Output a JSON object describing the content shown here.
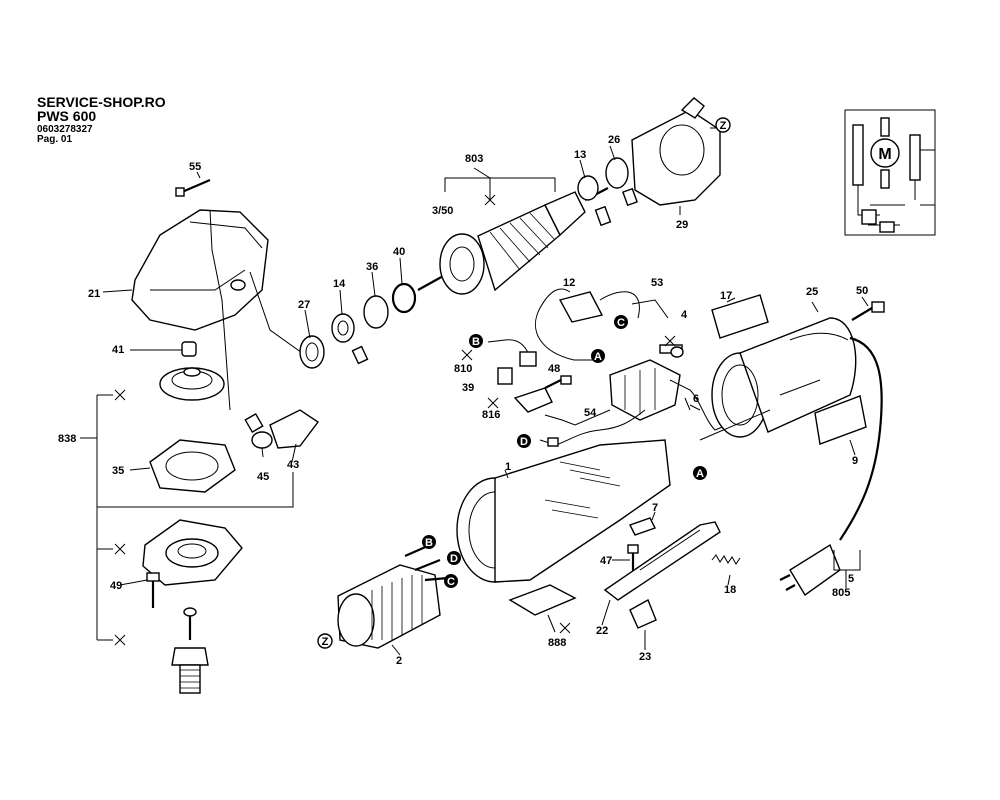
{
  "header": {
    "shop": "SERVICE-SHOP.RO",
    "model": "PWS 600",
    "part_number": "0603278327",
    "page": "Pag. 01"
  },
  "labels": {
    "p55": "55",
    "p21": "21",
    "p41": "41",
    "p838": "838",
    "p35": "35",
    "p45": "45",
    "p43": "43",
    "p49": "49",
    "p27": "27",
    "p14": "14",
    "p36": "36",
    "p40": "40",
    "p803": "803",
    "p3_50": "3/50",
    "p13": "13",
    "p26": "26",
    "p29": "29",
    "p12": "12",
    "p53": "53",
    "p4": "4",
    "p810": "810",
    "p39": "39",
    "p816": "816",
    "p48": "48",
    "p54": "54",
    "p6": "6",
    "p17": "17",
    "p25": "25",
    "p50": "50",
    "p9": "9",
    "p1": "1",
    "p7": "7",
    "p47": "47",
    "p18": "18",
    "p22": "22",
    "p23": "23",
    "p888": "888",
    "p2": "2",
    "p5": "5",
    "p805": "805",
    "motor_symbol": "M"
  },
  "markers": {
    "A": "A",
    "B": "B",
    "C": "C",
    "D": "D",
    "Z": "Z"
  }
}
